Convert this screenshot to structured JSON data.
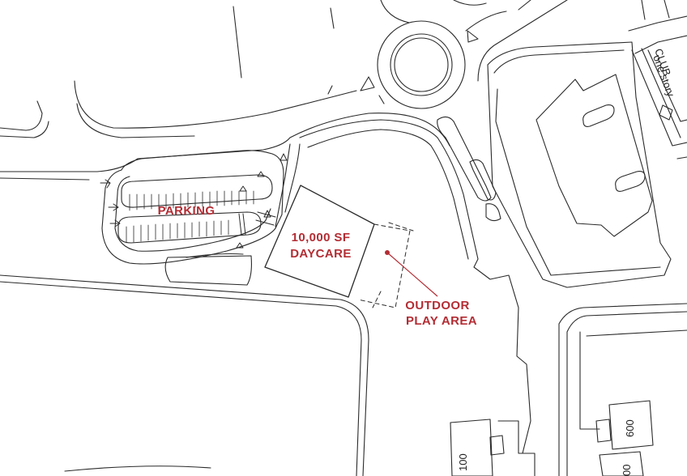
{
  "labels": {
    "parking": "PARKING",
    "daycare_line1": "10,000 SF",
    "daycare_line2": "DAYCARE",
    "play_line1": "OUTDOOR",
    "play_line2": "PLAY AREA"
  },
  "buildings": {
    "club_line1": "CLUB",
    "club_line2": "one story",
    "b100": "100",
    "b600": "600",
    "b_partial": "00"
  },
  "colors": {
    "label_red": "#b32d34",
    "line": "#2a2a2a",
    "background": "#ffffff"
  }
}
